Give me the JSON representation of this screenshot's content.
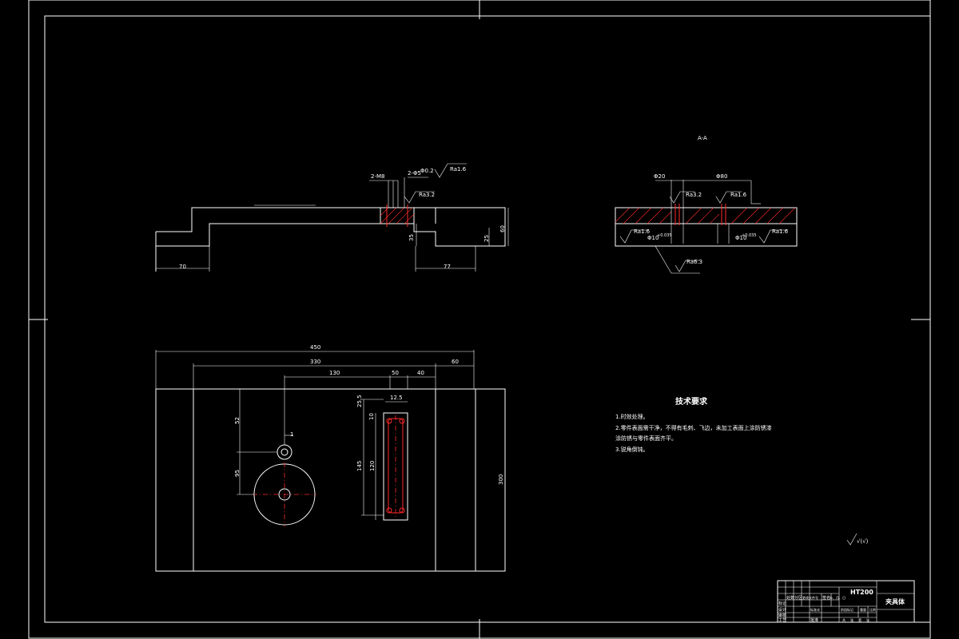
{
  "top_view": {
    "dims": {
      "d70": "70",
      "d77": "77",
      "d35": "35",
      "d25": "25",
      "d60": "60",
      "d2m8": "2-M8",
      "d2phi5": "2-Φ5",
      "d02": "Φ0.2"
    },
    "roughness": {
      "r1": "Ra1.6",
      "r2": "Ra3.2"
    }
  },
  "section_view": {
    "title": "A-A",
    "dims": {
      "d20": "Φ20",
      "d80": "Φ80",
      "d10a": "Φ10",
      "d10b": "Φ10",
      "tol_a": "+0.035",
      "tol_b": "+0.035"
    },
    "roughness": {
      "r1": "Ra3.2",
      "r2": "Ra1.6",
      "r3": "Ra1.6",
      "r4": "Ra1.6",
      "r5": "Ra6.3"
    }
  },
  "plan_view": {
    "dims": {
      "d450": "450",
      "d330": "330",
      "d60": "60",
      "d130": "130",
      "d50": "50",
      "d40": "40",
      "d1": "1",
      "d52": "52",
      "d95": "95",
      "d300": "300",
      "d125": "12.5",
      "d255": "25.5",
      "d10": "10",
      "d145": "145",
      "d120": "120"
    }
  },
  "tech_requirements": {
    "title": "技术要求",
    "items": [
      "1.时效处理。",
      "2.零件表面需干净，不得有毛刺、飞边，未加工表面上涂防锈漆",
      "涂防锈与零件表面齐平。",
      "3.锐角倒钝。"
    ]
  },
  "roughness_note": "√(√)",
  "title_block": {
    "material": "HT200",
    "part_name": "夹具体",
    "row_labels": [
      "标记",
      "处数",
      "分区",
      "更改文件号",
      "签名",
      "年、月、日"
    ],
    "bottom_labels": [
      "设计",
      "标准化",
      "审核",
      "工艺",
      "批准"
    ],
    "stage_labels": [
      "阶段标记",
      "重量",
      "比例"
    ],
    "sheet_labels": [
      "共",
      "张",
      "第",
      "张"
    ]
  }
}
